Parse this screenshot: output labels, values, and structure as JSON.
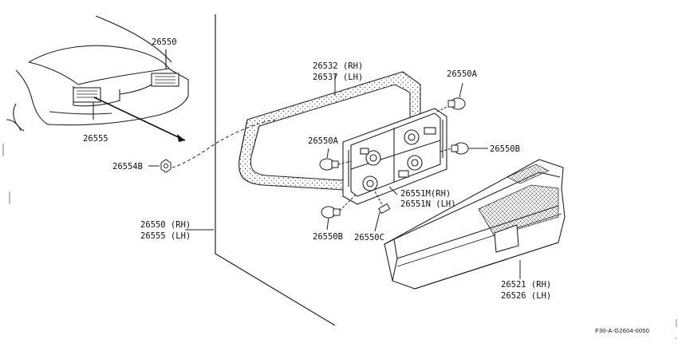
{
  "diagram": {
    "labels": {
      "car_rear": "26550",
      "car_mirror": "26555",
      "gasket_rh": "26532 (RH)",
      "gasket_lh": "26537 (LH)",
      "bulb_a_top": "26550A",
      "bulb_a_mid": "26550A",
      "bulb_b_right": "26550B",
      "nut": "26554B",
      "socket_rh": "26551M(RH)",
      "socket_lh": "26551N (LH)",
      "assy_rh": "26550 (RH)",
      "assy_lh": "26555 (LH)",
      "bulb_b_bottom": "26550B",
      "bulb_c": "26550C",
      "lens_rh": "26521 (RH)",
      "lens_lh": "26526 (LH)"
    },
    "figure_code": "F30-A-G2604-0050"
  }
}
